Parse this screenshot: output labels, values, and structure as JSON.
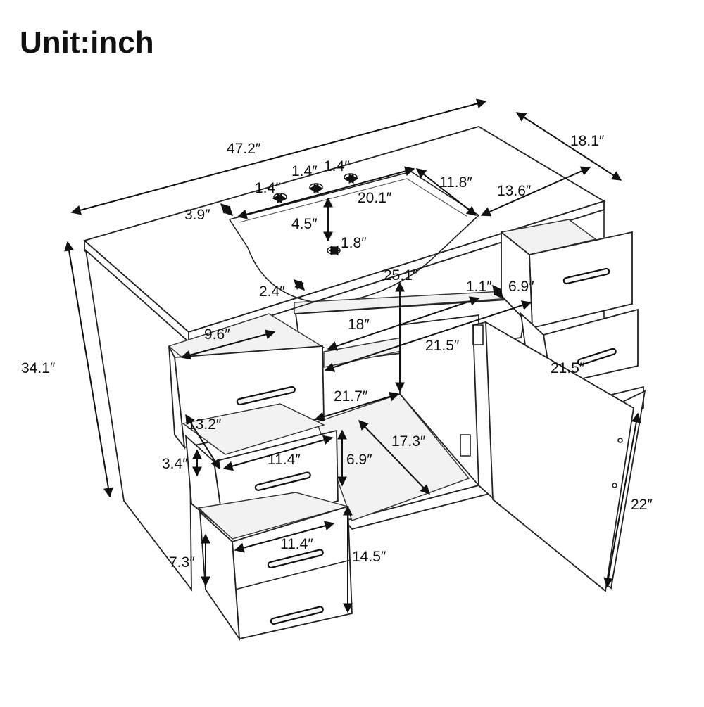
{
  "title": "Unit:inch",
  "dimensions": {
    "width_total": "47.2″",
    "depth_total": "18.1″",
    "height_total": "34.1″",
    "basin_width": "20.1″",
    "basin_offset_right": "11.8″",
    "top_right_width": "13.6″",
    "basin_offset_left": "3.9″",
    "faucet_hole_a": "1.4″",
    "faucet_hole_b": "1.4″",
    "faucet_hole_c": "1.4″",
    "basin_depth_to_drain": "4.5″",
    "drain_diameter": "1.8″",
    "back_gap": "2.4″",
    "interior_height": "25.1″",
    "side_panel_small": "1.1″",
    "right_drawer_height": "6.9″",
    "shelf_width_18": "18″",
    "interior_width_right": "21.5″",
    "door_width": "21.5″",
    "left_drawer_width_top": "9.6″",
    "left_drawer_depth": "13.2″",
    "bottom_width": "21.7″",
    "bottom_depth": "17.3″",
    "drawer2_width": "11.4″",
    "drawer2_height": "6.9″",
    "drawer2_inner": "3.4″",
    "drawer3_width": "11.4″",
    "drawer3_inner": "7.3″",
    "drawer3_height": "14.5″",
    "door_height": "22″"
  }
}
